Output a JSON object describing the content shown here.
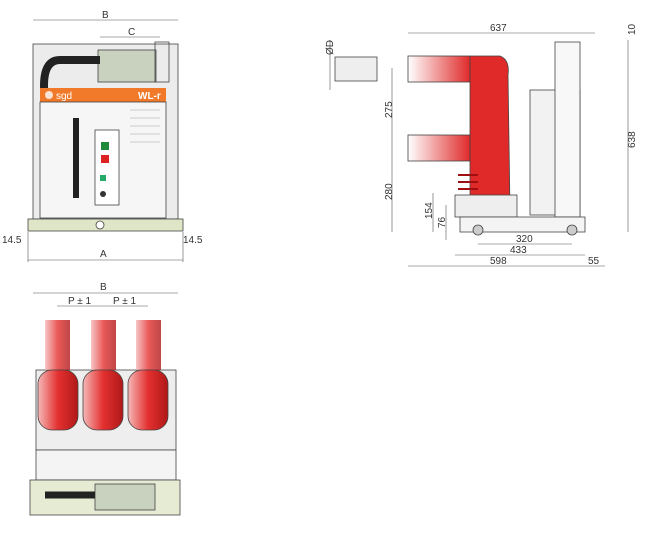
{
  "front_view": {
    "dim_B": "B",
    "dim_C": "C",
    "dim_A": "A",
    "dim_left_offset": "14.5",
    "dim_right_offset": "14.5",
    "brand_logo": "sgd",
    "model_label": "WL-r"
  },
  "top_view": {
    "dim_B": "B",
    "pitch_1": "P ± 1",
    "pitch_2": "P ± 1"
  },
  "side_view": {
    "dim_diameter": "ØD",
    "dim_637": "637",
    "dim_10": "10",
    "dim_275": "275",
    "dim_638": "638",
    "dim_280": "280",
    "dim_154": "154",
    "dim_76": "76",
    "dim_320": "320",
    "dim_433": "433",
    "dim_598": "598",
    "dim_55": "55"
  },
  "colors": {
    "insulator_red": "#e02a2a",
    "brand_orange": "#f07a2a",
    "frame_grey": "#e8e8e8",
    "base_green": "#dfe6c8"
  }
}
